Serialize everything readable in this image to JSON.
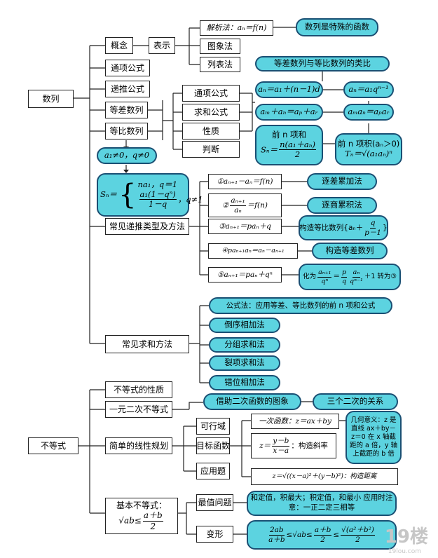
{
  "shulie": {
    "root": "数列",
    "gainian": "概念",
    "biaoshi": "表示",
    "jiexifa": "解析法：aₙ＝f(n)",
    "teshu": "数列是特殊的函数",
    "tuxiangfa": "图象法",
    "liebiaofa": "列表法",
    "tongxiang": "通项公式",
    "digui": "递推公式",
    "dengcha": "等差数列",
    "dengbi": "等比数列",
    "leibi": "等差数列与等比数列的类比",
    "sub_tongxiang": "通项公式",
    "sub_qiuhe": "求和公式",
    "sub_xingzhi": "性质",
    "sub_panduan": "判断",
    "f_ad_term": "aₙ＝a₁＋(n－1)d",
    "f_gp_term": "aₙ＝a₁qⁿ⁻¹",
    "f_ad_prop": "aₘ＋aₙ＝aₚ＋aᵣ",
    "f_gp_prop": "aₘaₙ＝aₚaᵣ",
    "f_ad_sum_t": "前 n 项和",
    "f_ad_sum_l": "Sₙ＝",
    "f_ad_sum_num": "n(a₁＋aₙ)",
    "f_ad_sum_den": "2",
    "f_gp_prod_t": "前 n 项积(aₙ＞0)",
    "f_gp_prod": "Tₙ＝√(a₁aₙ)ⁿ",
    "gp_cond": "a₁≠0，q≠0",
    "sn_lhs": "Sₙ＝",
    "sn_c1": "na₁，q＝1",
    "sn_c2_num": "a₁(1－qⁿ)",
    "sn_c2_den": "1－q",
    "sn_c2_tail": "，q≠1",
    "ditui": "常见递推类型及方法",
    "r1": "①aₙ₊₁－aₙ＝f(n)",
    "r2_pre": "②",
    "r2_num": "aₙ₊₁",
    "r2_den": "aₙ",
    "r2_post": "＝f(n)",
    "r3": "③aₙ₊₁＝paₙ＋q",
    "r4": "④paₙ₊₁aₙ＝aₙ－aₙ₊₁",
    "r5": "⑤aₙ₊₁＝paₙ＋qⁿ",
    "m1": "逐差累加法",
    "m2": "逐商累积法",
    "m3_pre": "构造等比数列{aₙ＋",
    "m3_num": "q",
    "m3_den": "p－1",
    "m3_post": "}",
    "m4": "构造等差数列",
    "m5_pre": "化为",
    "m5_n1": "aₙ₊₁",
    "m5_d1": "qⁿ",
    "m5_eq": "＝",
    "m5_n2": "p",
    "m5_d2": "q",
    "m5_n3": "aₙ",
    "m5_d3": "qⁿ⁻¹",
    "m5_post": "＋1 转为③",
    "qiuhe": "常见求和方法",
    "s1": "公式法：应用等差、等比数列的前 n 项和公式",
    "s2": "倒序相加法",
    "s3": "分组求和法",
    "s4": "裂项求和法",
    "s5": "错位相加法"
  },
  "budengshi": {
    "root": "不等式",
    "xingzhi": "不等式的性质",
    "erci": "一元二次不等式",
    "erci_pill": "借助二次函数的图象",
    "sange": "三个二次的关系",
    "guihua": "简单的线性规划",
    "kexingyu": "可行域",
    "mubiao": "目标函数",
    "yingyong": "应用题",
    "lin_fn": "一次函数：z＝ax＋by",
    "jihe": "几何意义：z 是直线 ax＋by－z＝0 在 x 轴截距的 a 倍，y 轴上截距的 b 倍",
    "slope_l": "z＝",
    "slope_num": "y－b",
    "slope_den": "x－a",
    "slope_r": "：构造斜率",
    "dist": "z＝√((x－a)²＋(y－b)²)：构造距离",
    "jiben_t": "基本不等式：",
    "jiben_l": "√ab≤",
    "jiben_num": "a＋b",
    "jiben_den": "2",
    "zuizhi": "最值问题",
    "zuizhi_pill": "和定值，积最大；积定值，和最小 应用时注意：一正二定三相等",
    "bianxing": "变形",
    "bx_n1": "2ab",
    "bx_d1": "a＋b",
    "bx_m1": "≤√ab≤",
    "bx_n2": "a＋b",
    "bx_d2": "2",
    "bx_m2": "≤",
    "bx_n3": "√(a²＋b²)",
    "bx_d3": "2"
  },
  "watermark": {
    "logo": "19楼",
    "site": "19lou.com"
  },
  "colors": {
    "pill_fill": "#5cd3e0",
    "pill_border": "#1a4f73",
    "line": "#222222"
  }
}
